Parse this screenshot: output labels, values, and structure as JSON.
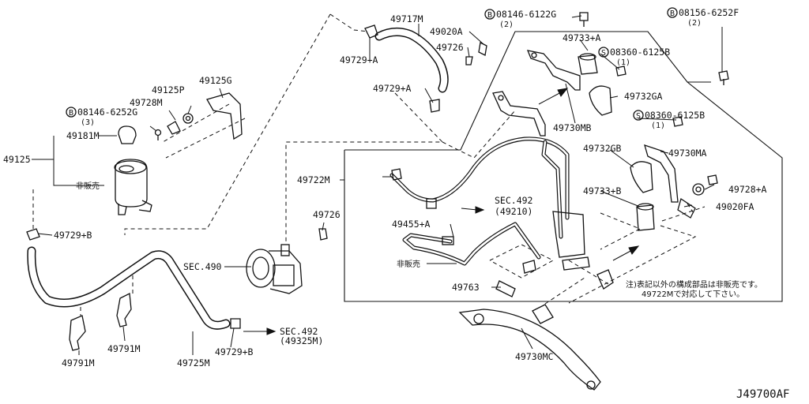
{
  "diagram": {
    "labels": {
      "l_49717M": "49717M",
      "l_08146_6122G": "08146-6122G",
      "l_08146_6122G_qty": "(2)",
      "l_08156_6252F": "08156-6252F",
      "l_08156_6252F_qty": "(2)",
      "l_49020A": "49020A",
      "l_49733A": "49733+A",
      "l_49726_top": "49726",
      "l_08360_6125B_top": "08360-6125B",
      "l_08360_6125B_top_qty": "(1)",
      "l_49729A_top": "49729+A",
      "l_49729A_mid": "49729+A",
      "l_49125P": "49125P",
      "l_49125G": "49125G",
      "l_49728M": "49728M",
      "l_08146_6252G": "08146-6252G",
      "l_08146_6252G_qty": "(3)",
      "l_49181M": "49181M",
      "l_49125": "49125",
      "l_hihanbai1": "非販売",
      "l_49732GA": "49732GA",
      "l_49730MB": "49730MB",
      "l_08360_6125B_mid": "08360-6125B",
      "l_08360_6125B_mid_qty": "(1)",
      "l_49732GB": "49732GB",
      "l_49730MA": "49730MA",
      "l_49722M": "49722M",
      "l_49733B": "49733+B",
      "l_49728A": "49728+A",
      "l_49020FA": "49020FA",
      "l_sec492_a": "SEC.492",
      "l_sec492_a_sub": "(49210)",
      "l_49726_mid": "49726",
      "l_49455A": "49455+A",
      "l_49729B_left": "49729+B",
      "l_hihanbai2": "非販売",
      "l_sec490": "SEC.490",
      "l_49763": "49763",
      "l_sec492_b": "SEC.492",
      "l_sec492_b_sub": "(49325M)",
      "l_49729B_bottom": "49729+B",
      "l_49791M_a": "49791M",
      "l_49791M_b": "49791M",
      "l_49725M": "49725M",
      "l_49730MC": "49730MC",
      "note_line1": "注)表記以外の構成部品は非販売です。",
      "note_line2": "49722Mで対応して下さい。",
      "catalog_code": "J49700AF"
    },
    "markers": {
      "bolt_mark": "B",
      "screw_mark": "S"
    }
  }
}
